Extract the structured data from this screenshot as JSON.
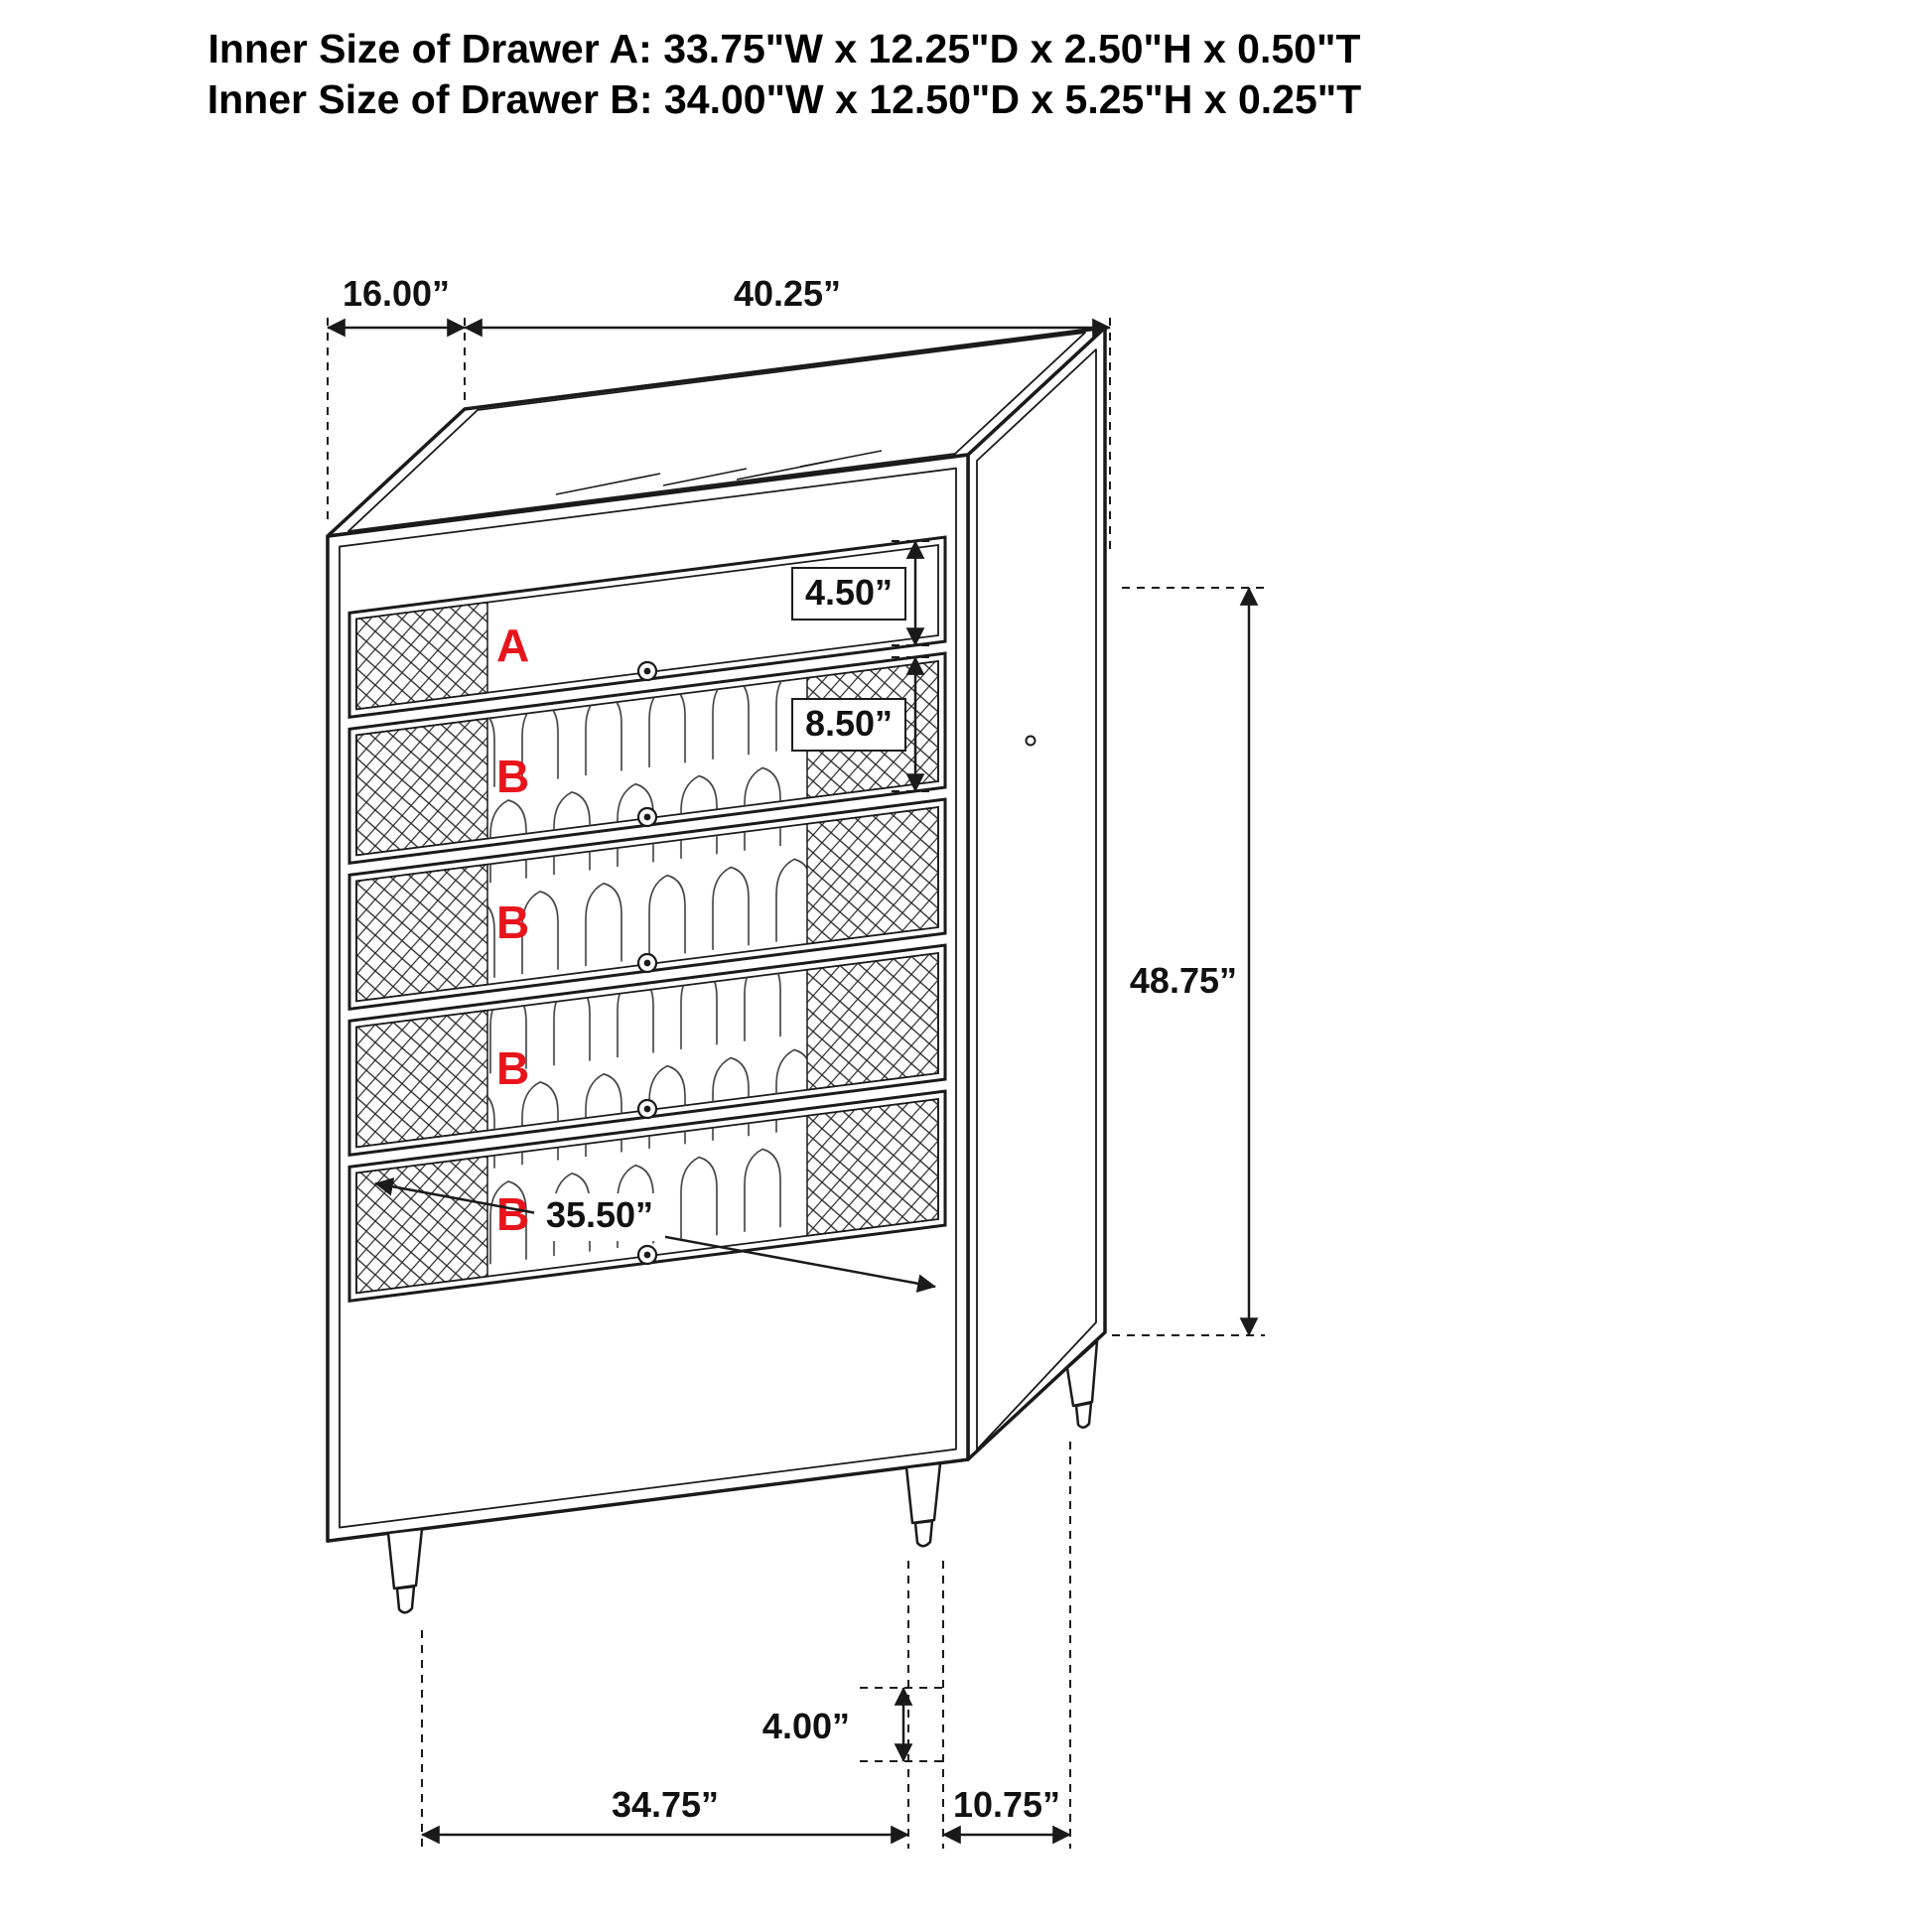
{
  "header": {
    "line1": "Inner Size of Drawer A: 33.75\"W x 12.25\"D x 2.50\"H x 0.50\"T",
    "line2": "Inner Size of Drawer B: 34.00\"W x 12.50\"D x 5.25\"H x 0.25\"T"
  },
  "chest": {
    "drawer_labels": [
      "A",
      "B",
      "B",
      "B",
      "B"
    ]
  },
  "dims": {
    "depth": "16.00”",
    "width": "40.25”",
    "height": "48.75”",
    "drawer_a_height": "4.50”",
    "drawer_b_height": "8.50”",
    "drawer_width": "35.50”",
    "leg_height": "4.00”",
    "leg_span_front": "34.75”",
    "leg_span_side": "10.75”"
  },
  "colors": {
    "line": "#1a1a1a",
    "red": "#e8141c"
  }
}
